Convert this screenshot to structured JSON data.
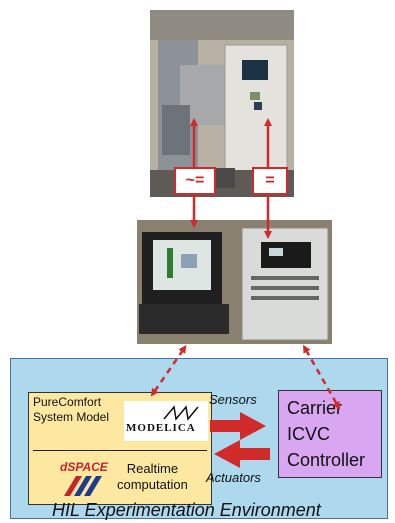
{
  "symbols": {
    "ac": "~=",
    "dc": "="
  },
  "model": {
    "name": "PureComfort\nSystem Model",
    "logo": "MODELICA"
  },
  "dspace": {
    "logo": "dSPACE",
    "label": "Realtime\ncomputation"
  },
  "controller": {
    "label": "Carrier\nICVC\nController"
  },
  "signals": {
    "sensors": "Sensors",
    "actuators": "Actuators"
  },
  "environment": {
    "title": "HIL Experimentation Environment"
  },
  "colors": {
    "arrow": "#d12a2a",
    "env_bg": "#add8ed",
    "model_bg": "#fde8a2",
    "controller_bg": "#d9a6f2"
  }
}
